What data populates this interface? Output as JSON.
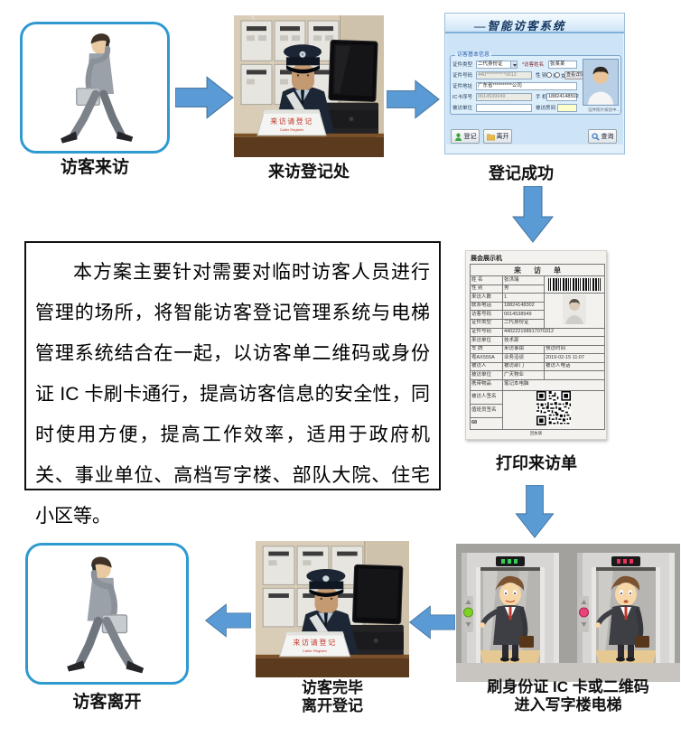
{
  "colors": {
    "arrow-blue": "#5b9bd5",
    "arrow-border": "#41719c",
    "box-border-blue": "#2f9ad0",
    "window-bg": "#cde4f6",
    "highlight-yellow": "#ffffcc",
    "sign-red": "#c0392b"
  },
  "steps": {
    "arrive": {
      "label": "访客来访"
    },
    "register_desk": {
      "label": "来访登记处"
    },
    "register_success": {
      "label": "登记成功"
    },
    "print_slip": {
      "label": "打印来访单"
    },
    "elevator": {
      "label_line1": "刷身份证 IC 卡或二维码",
      "label_line2": "进入写字楼电梯"
    },
    "finish": {
      "label_line1": "访客完毕",
      "label_line2": "离开登记"
    },
    "leave": {
      "label": "访客离开"
    }
  },
  "description_box": {
    "text": "本方案主要针对需要对临时访客人员进行管理的场所，将智能访客登记管理系统与电梯管理系统结合在一起，以访客单二维码或身份证 IC 卡刷卡通行，提高访客信息的安全性，同时使用方便，提高工作效率，适用于政府机关、事业单位、高档写字楼、部队大院、住宅小区等。"
  },
  "desk_photo": {
    "sign_line1": "来访请登记",
    "sign_line2": "Caller Register"
  },
  "visitor_system": {
    "title": "—智能访客系统",
    "group_label": "访客基本信息",
    "cert_type_label": "证件类型",
    "cert_type_value": "二代身份证",
    "name_label": "*访客姓名",
    "name_value": "张某某",
    "cert_no_label": "证件号码",
    "cert_no_value": "440**********0012",
    "gender_label": "性 别",
    "gender_male": "男",
    "gender_female": "女",
    "view_button": "查看详情",
    "address_label": "证件地址",
    "address_value": "广东省**********公司",
    "ic_label": "IC卡序号",
    "ic_value": "0014530049",
    "phone_label": "手 机",
    "phone_value": "18824148502",
    "visited_unit_label": "被访单位",
    "visited_room_label": "被访房间",
    "photo_note": "证件照片核验中…",
    "btn_register": "登记",
    "btn_leave": "离开",
    "btn_search": "查询"
  },
  "visitor_slip": {
    "device_header": "展会展示机",
    "title": "来访单",
    "name_label": "姓  名",
    "name_value": "张洪瑞",
    "gender_label": "性  别",
    "gender_value": "男",
    "count_label": "来访人数",
    "count_value": "1",
    "tel_label": "联系电话",
    "tel_value": "18824148302",
    "visitor_no_label": "访客号码",
    "visitor_no_value": "0014538949",
    "cert_type_label": "证件类型",
    "cert_type_value": "二代身份证",
    "cert_no_label": "证件号码",
    "cert_no_value": "440222198917070312",
    "visit_unit_label": "来访单位",
    "visit_unit_value": "技术部",
    "plate_label": "车  牌",
    "plate_value": "粤AX555A",
    "reason_label": "来访事由",
    "reason_value": "业务洽谈",
    "time_label": "预访时间",
    "time_value": "2019-02-15 11:07",
    "visited_person_label": "被访人",
    "visited_dept_label": "被访部门",
    "visited_tel_label": "被访人电话",
    "visited_unit_label": "被访单位",
    "visited_unit_value": "广天物业",
    "items_label": "携带物品",
    "items_value": "笔记本电脑",
    "sign_visited_label": "被访人签名",
    "sign_duty_label": "值班员签名",
    "serial": "68",
    "footer": "回执联"
  }
}
